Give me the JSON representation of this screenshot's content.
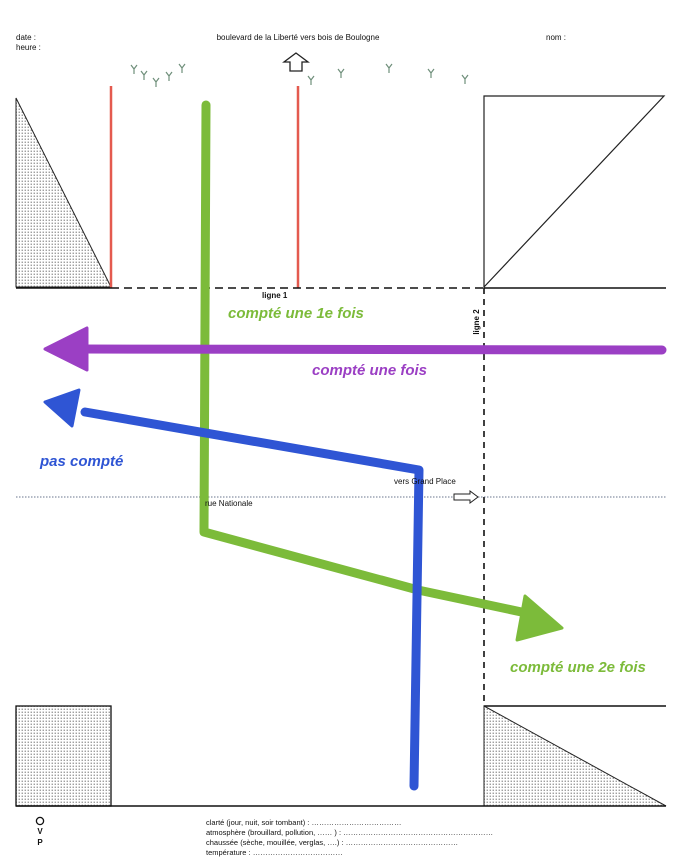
{
  "header": {
    "date_label": "date :",
    "time_label": "heure :",
    "title": "boulevard de la Liberté vers bois de Boulogne",
    "name_label": "nom :"
  },
  "lines": {
    "line1": "ligne 1",
    "line2": "ligne 2"
  },
  "streets": {
    "cross_street": "rue Nationale",
    "direction": "vers Grand Place"
  },
  "paths": {
    "green_first": "compté une 1e fois",
    "purple": "compté une fois",
    "blue": "pas compté",
    "green_second": "compté une 2e fois"
  },
  "footer": {
    "clarity": "clarté (jour, nuit, soir tombant) : ………………………………",
    "atmosphere": "atmosphère (brouillard, pollution, …… ) : ……………………………………………………",
    "road": "chaussée (sèche, mouillée, verglas, ….) : ………………………………………",
    "temperature": "température : ………………………………",
    "legend_v": "V",
    "legend_p": "P"
  },
  "colors": {
    "green": "#7cbb3a",
    "purple": "#9b3fc4",
    "blue": "#2f55d4",
    "red": "#e45a4f"
  },
  "icons": [
    "tree-icon",
    "arrow-up-icon",
    "arrow-right-icon",
    "circle-icon"
  ]
}
